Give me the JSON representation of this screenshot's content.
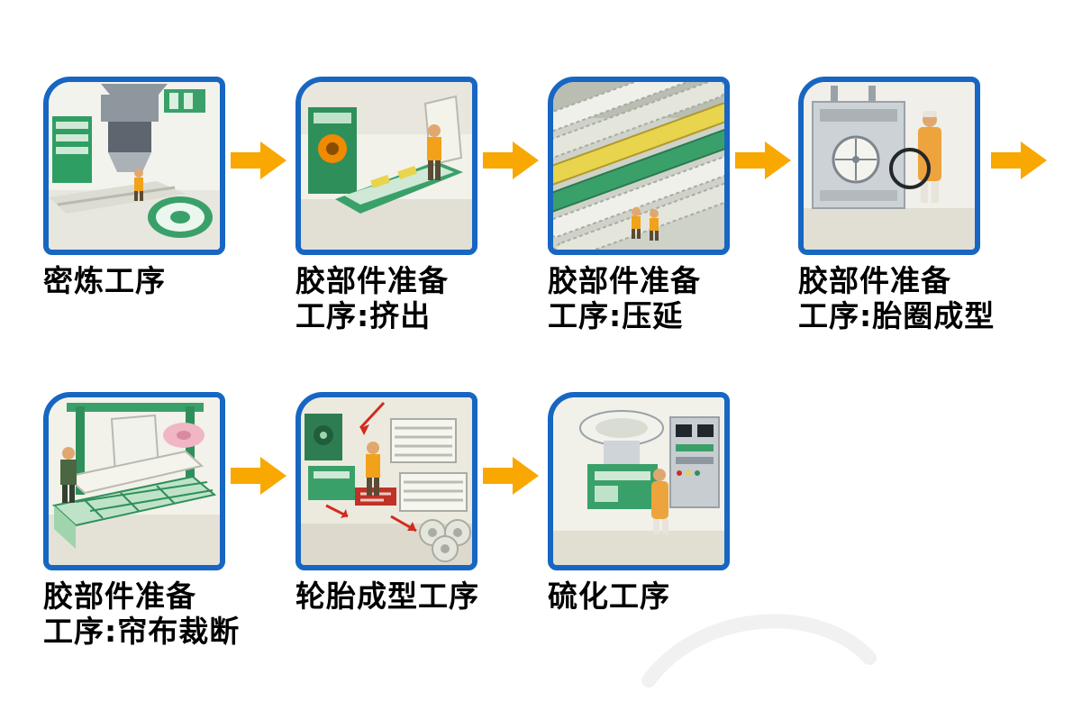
{
  "diagram": {
    "steps": [
      {
        "name": "mixing",
        "label": [
          "密炼工序"
        ]
      },
      {
        "name": "extrusion",
        "label": [
          "胶部件准备",
          "工序:挤出"
        ]
      },
      {
        "name": "calendering",
        "label": [
          "胶部件准备",
          "工序:压延"
        ]
      },
      {
        "name": "bead-forming",
        "label": [
          "胶部件准备",
          "工序:胎圈成型"
        ]
      },
      {
        "name": "cord-cutting",
        "label": [
          "胶部件准备",
          "工序:帘布裁断"
        ]
      },
      {
        "name": "tire-building",
        "label": [
          "轮胎成型工序"
        ]
      },
      {
        "name": "curing",
        "label": [
          "硫化工序"
        ]
      }
    ]
  },
  "colors": {
    "panel_border": "#1766c2",
    "arrow": "#f8a800",
    "label_text": "#000000"
  }
}
